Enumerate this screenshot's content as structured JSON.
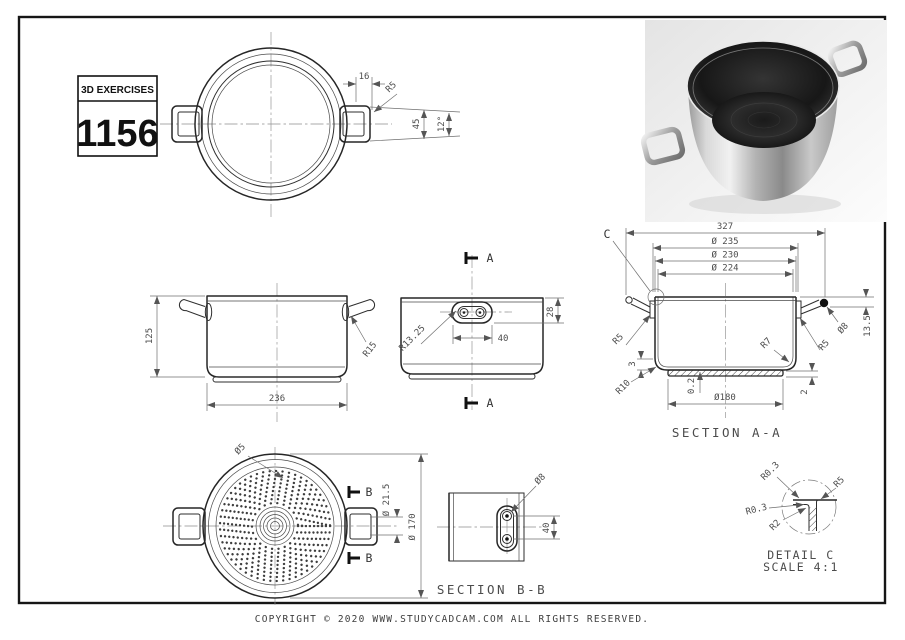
{
  "colors": {
    "background": "#ffffff",
    "frame": "#161616",
    "outline": "#262626",
    "dimension": "#6f6f6f",
    "render_metal_light": "#f1f1f1",
    "render_metal_dark": "#8c8c8c",
    "render_interior": "#171717"
  },
  "title_block": {
    "series": "3D EXERCISES",
    "number": "1156"
  },
  "views": {
    "top": {
      "dims": {
        "bracket_depth": "16",
        "fillet": "R5",
        "handle_height": "45",
        "taper_angle": "12°"
      }
    },
    "front": {
      "dims": {
        "height": "125",
        "width": "236",
        "handle_radius": "R15"
      }
    },
    "side": {
      "section_marker": "A",
      "dims": {
        "handle_radius": "R13.25",
        "handle_span": "40",
        "handle_drop": "28"
      }
    },
    "section_aa": {
      "label": "SECTION A-A",
      "detail_marker": "C",
      "dims": {
        "overall_width": "327",
        "rim_dia": "Ø 235",
        "mid_dia": "Ø 230",
        "inner_dia": "Ø 224",
        "wire_dia": "Ø8",
        "handle_offset": "13.5",
        "rim_fillet_left": "R5",
        "base_edge": "3",
        "base_fillet": "R10",
        "base_recess": "0.2",
        "base_dia": "Ø180",
        "base_plate": "2",
        "inner_fillet": "R7",
        "rim_fillet_right": "R5"
      }
    },
    "bottom": {
      "section_marker": "B",
      "dims": {
        "hole_dia": "Ø5",
        "boss_dia": "Ø 21.5",
        "base_dia": "Ø 170"
      }
    },
    "section_bb": {
      "label": "SECTION B-B",
      "dims": {
        "hole_dia": "Ø8",
        "hole_spacing": "40"
      }
    },
    "detail_c": {
      "label": "DETAIL C",
      "scale": "SCALE 4:1",
      "dims": {
        "r_top": "R0.3",
        "r_wall": "R5",
        "r_left": "R0.3",
        "r_inner": "R2"
      }
    }
  },
  "footer": {
    "copyright": "COPYRIGHT © 2020  WWW.STUDYCADCAM.COM  ALL RIGHTS RESERVED."
  }
}
